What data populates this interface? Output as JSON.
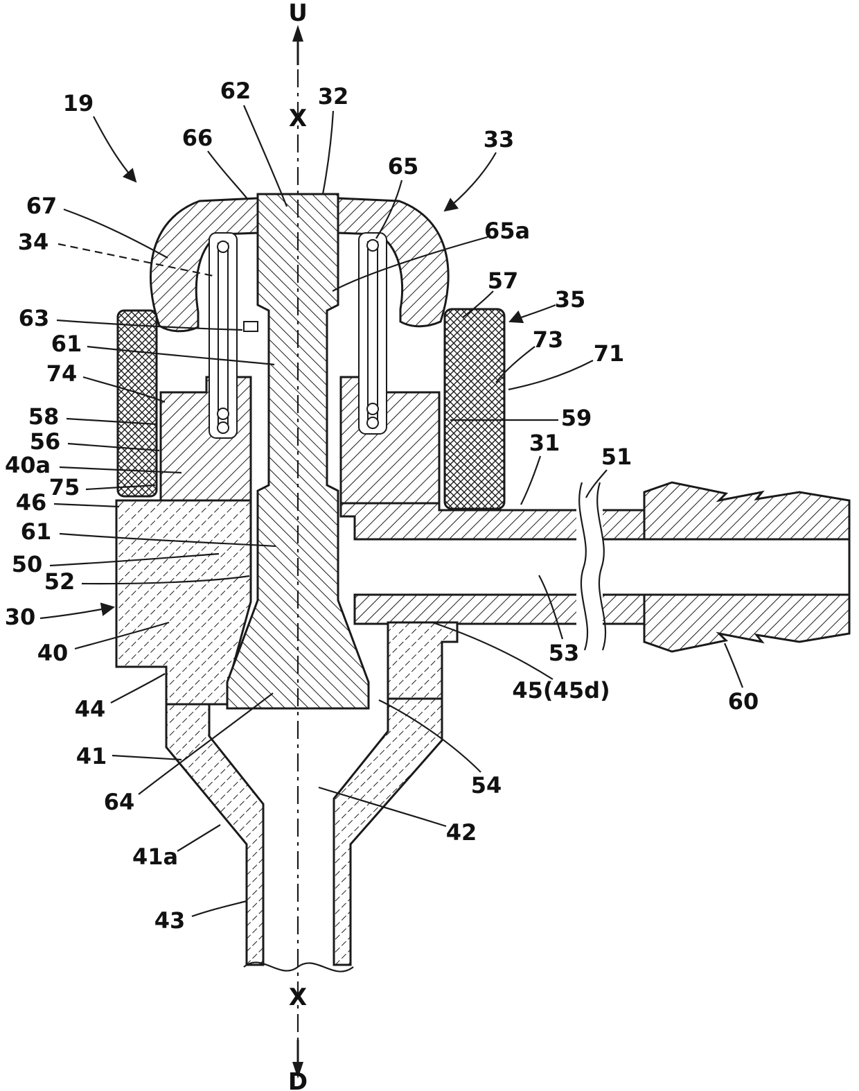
{
  "figure": {
    "type": "patent-cross-section-diagram",
    "description": "Sectional view of a pipe joint / valve connector assembly",
    "colors": {
      "line": "#1a1a1a",
      "background": "#ffffff"
    },
    "axis": {
      "up_label": "U",
      "down_label": "D",
      "axis_upper": "X",
      "axis_lower": "X"
    },
    "reference_numerals": {
      "n19": "19",
      "n62": "62",
      "n32": "32",
      "n66": "66",
      "n33": "33",
      "n65": "65",
      "n67": "67",
      "n34": "34",
      "n65a": "65a",
      "n57": "57",
      "n35": "35",
      "n63": "63",
      "n61_upper": "61",
      "n73": "73",
      "n71": "71",
      "n74": "74",
      "n58": "58",
      "n59": "59",
      "n56": "56",
      "n40a": "40a",
      "n31": "31",
      "n51": "51",
      "n75": "75",
      "n46": "46",
      "n61_lower": "61",
      "n50": "50",
      "n52": "52",
      "n30": "30",
      "n40": "40",
      "n53": "53",
      "n44": "44",
      "n60": "60",
      "n45": "45(45d)",
      "n41": "41",
      "n64": "64",
      "n54": "54",
      "n41a": "41a",
      "n42": "42",
      "n43": "43"
    }
  }
}
